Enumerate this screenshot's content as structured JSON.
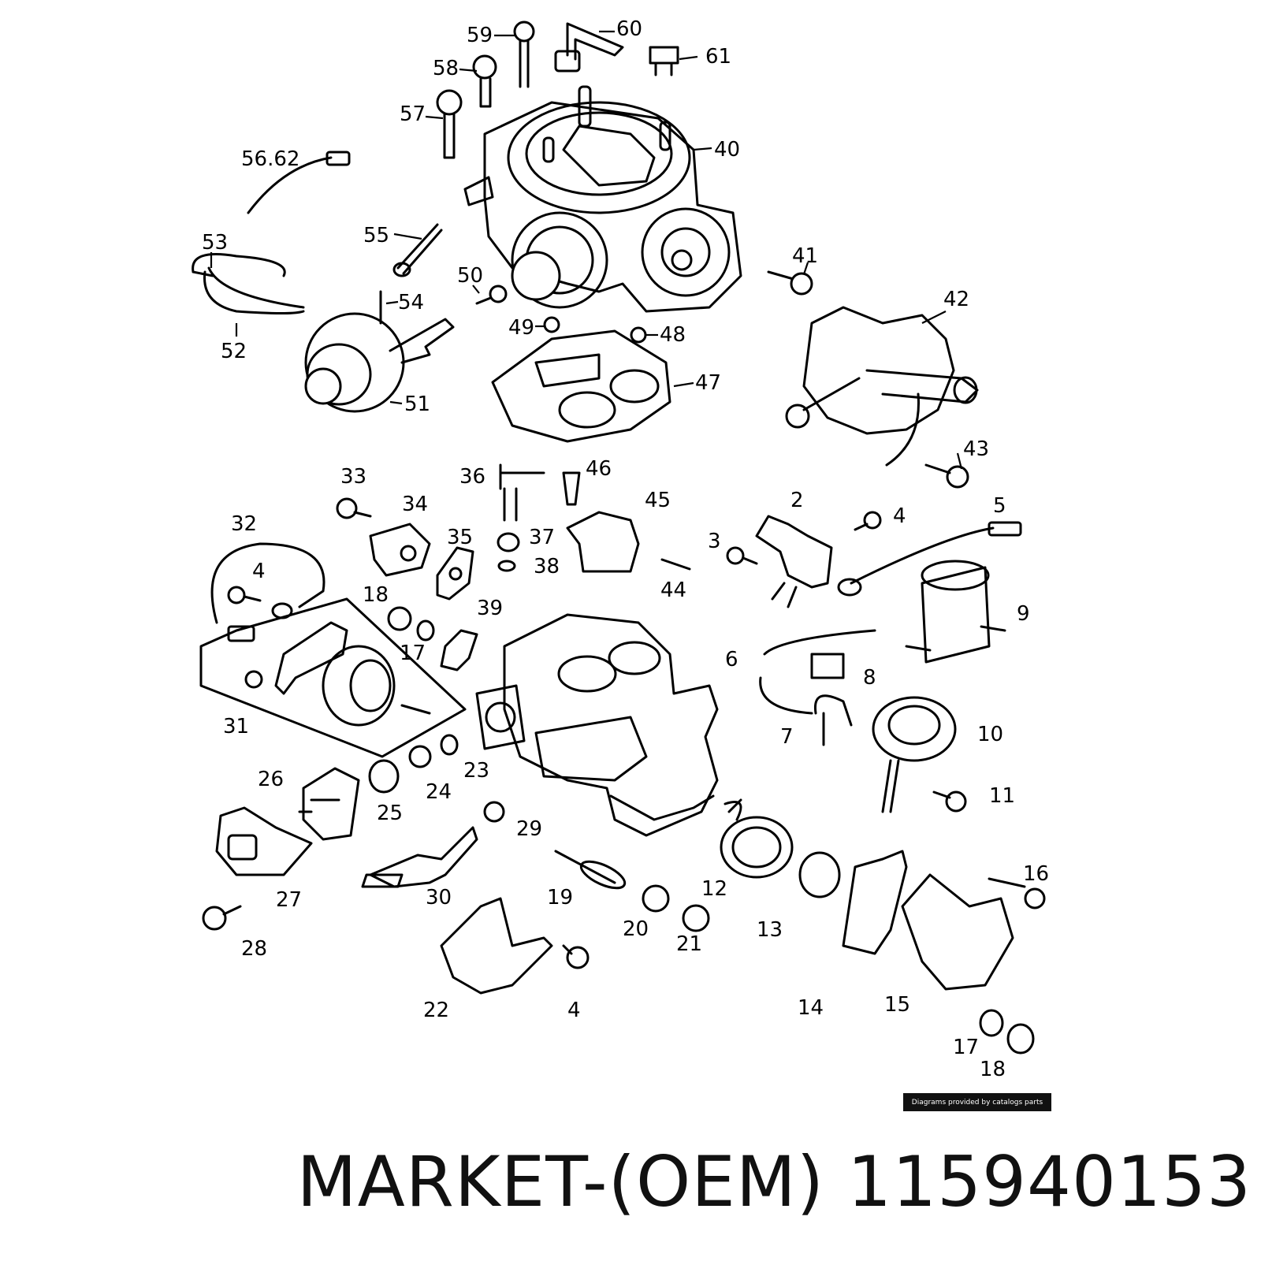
{
  "diagram": {
    "callouts": [
      "59",
      "60",
      "61",
      "58",
      "57",
      "40",
      "56.62",
      "55",
      "53",
      "52",
      "54",
      "51",
      "50",
      "49",
      "48",
      "47",
      "41",
      "42",
      "43",
      "33",
      "36",
      "46",
      "34",
      "45",
      "32",
      "35",
      "37",
      "38",
      "44",
      "3",
      "2",
      "4",
      "5",
      "9",
      "18",
      "17",
      "39",
      "31",
      "6",
      "8",
      "7",
      "10",
      "11",
      "26",
      "25",
      "24",
      "23",
      "27",
      "28",
      "30",
      "29",
      "19",
      "20",
      "21",
      "22",
      "12",
      "13",
      "14",
      "15",
      "16",
      "17",
      "18",
      "4",
      "4",
      "4"
    ],
    "credit": "Diagrams provided by catalogs parts"
  },
  "title": {
    "text": "MARKET-(OEM) 115940153"
  }
}
